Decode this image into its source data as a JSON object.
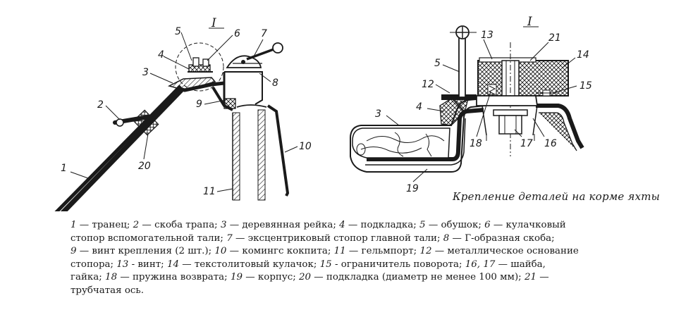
{
  "figure": {
    "title": "Крепление деталей на корме яхты",
    "detail_marker": "I",
    "labels_left": [
      "1",
      "2",
      "3",
      "4",
      "5",
      "6",
      "7",
      "8",
      "9",
      "10",
      "11",
      "20"
    ],
    "labels_right": [
      "3",
      "4",
      "5",
      "12",
      "13",
      "21",
      "14",
      "15",
      "16",
      "17",
      "18",
      "19"
    ]
  },
  "legend": {
    "lines": [
      [
        {
          "n": "1",
          "t": " — транец; "
        },
        {
          "n": "2",
          "t": " — скоба трапа; "
        },
        {
          "n": "3",
          "t": " — деревянная рейка; "
        },
        {
          "n": "4",
          "t": " — подкладка; "
        },
        {
          "n": "5",
          "t": " — обушок; "
        },
        {
          "n": "6",
          "t": " — кулачковый"
        }
      ],
      [
        {
          "n": "",
          "t": "стопор вспомогательной тали; "
        },
        {
          "n": "7",
          "t": " — эксцентриковый стопор главной тали; "
        },
        {
          "n": "8",
          "t": " — Г-образная скоба;"
        }
      ],
      [
        {
          "n": "9",
          "t": " — винт крепления (2 шт.); "
        },
        {
          "n": "10",
          "t": " — комингс кокпита; "
        },
        {
          "n": "11",
          "t": " — гельмпорт; "
        },
        {
          "n": "12",
          "t": " — металлическое основание"
        }
      ],
      [
        {
          "n": "",
          "t": "стопора; "
        },
        {
          "n": "13",
          "t": " - винт; "
        },
        {
          "n": "14",
          "t": " — текстолитовый кулачок; "
        },
        {
          "n": "15",
          "t": " - ограничитель поворота; "
        },
        {
          "n": "16, 17",
          "t": " — шайба,"
        }
      ],
      [
        {
          "n": "",
          "t": "гайка; "
        },
        {
          "n": "18",
          "t": " — пружина возврата; "
        },
        {
          "n": "19",
          "t": " — корпус; "
        },
        {
          "n": "20",
          "t": " — подкладка (диаметр не менее 100 мм); "
        },
        {
          "n": "21",
          "t": " —"
        }
      ],
      [
        {
          "n": "",
          "t": "трубчатая ось."
        }
      ]
    ]
  }
}
